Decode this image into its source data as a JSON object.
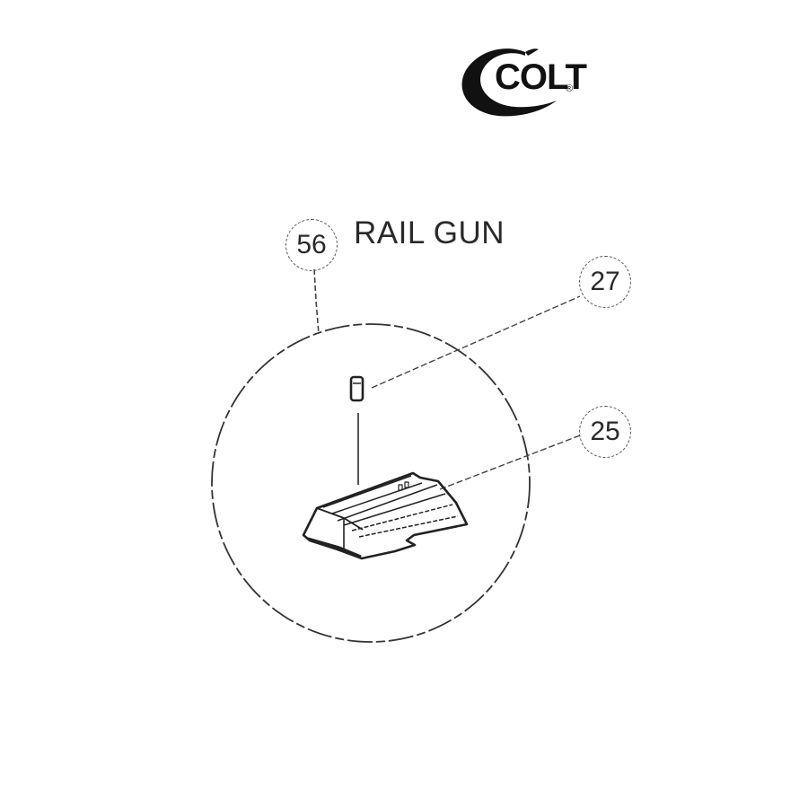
{
  "logo": {
    "text": "COLT",
    "registered_mark": "®"
  },
  "diagram": {
    "title": "RAIL GUN",
    "assembly_callout": "56",
    "callouts": [
      {
        "id": "27",
        "part": "small pin"
      },
      {
        "id": "25",
        "part": "rear sight"
      }
    ]
  },
  "colors": {
    "line": "#333333",
    "background": "#ffffff"
  }
}
